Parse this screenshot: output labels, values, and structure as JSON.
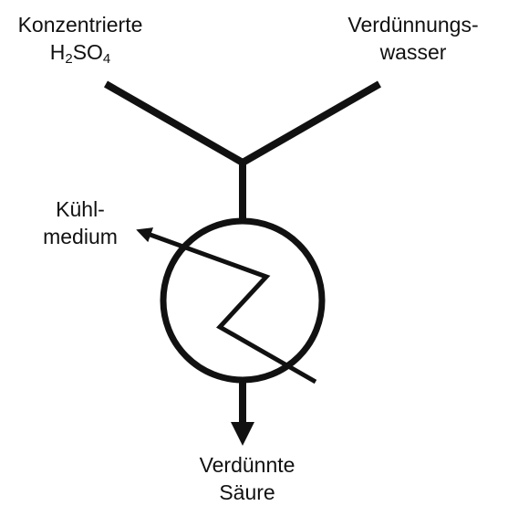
{
  "labels": {
    "acid_inlet": {
      "line1": "Konzentrierte",
      "line2_prefix": "H",
      "line2_sub1": "2",
      "line2_mid": "SO",
      "line2_sub2": "4"
    },
    "water_inlet": {
      "line1": "Verdünnungs-",
      "line2": "wasser"
    },
    "coolant": {
      "line1": "Kühl-",
      "line2": "medium"
    },
    "outlet": {
      "line1": "Verdünnte",
      "line2": "Säure"
    }
  },
  "colors": {
    "stroke": "#111111",
    "background": "#ffffff"
  }
}
